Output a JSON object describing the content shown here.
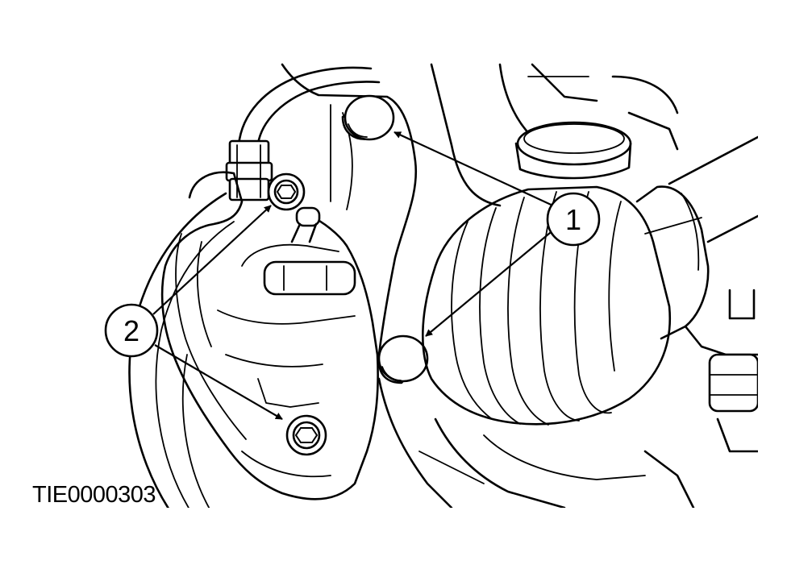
{
  "figure": {
    "reference_code": "TIE0000303",
    "callouts": [
      {
        "label": "1"
      },
      {
        "label": "2"
      }
    ]
  }
}
